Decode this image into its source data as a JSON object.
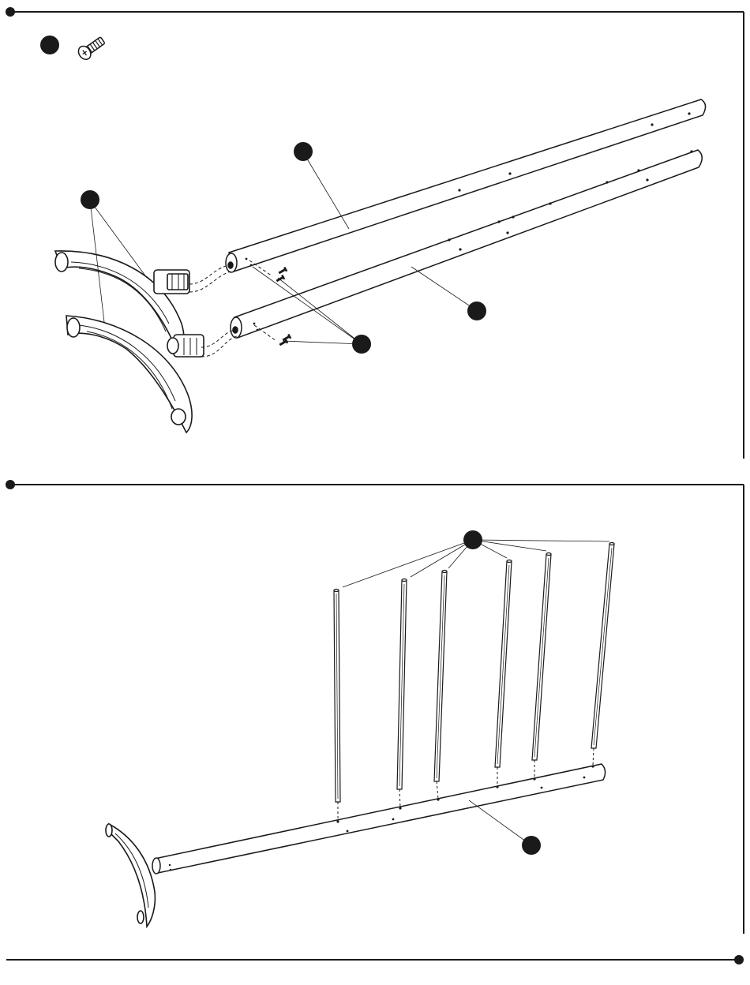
{
  "document": {
    "type": "assembly-instructions",
    "ink_color": "#1a1a1a",
    "paper_color": "#ffffff"
  },
  "step_1": {
    "hardware": {
      "icon": "phillips-screw-icon",
      "callout_label": ""
    },
    "callouts": [
      {
        "id": "foot-brackets",
        "label": ""
      },
      {
        "id": "upper-rail",
        "label": ""
      },
      {
        "id": "lower-rail",
        "label": ""
      },
      {
        "id": "screws",
        "label": ""
      }
    ]
  },
  "step_2": {
    "rod_count": 6,
    "callouts": [
      {
        "id": "rods",
        "label": ""
      },
      {
        "id": "rail",
        "label": ""
      }
    ]
  }
}
